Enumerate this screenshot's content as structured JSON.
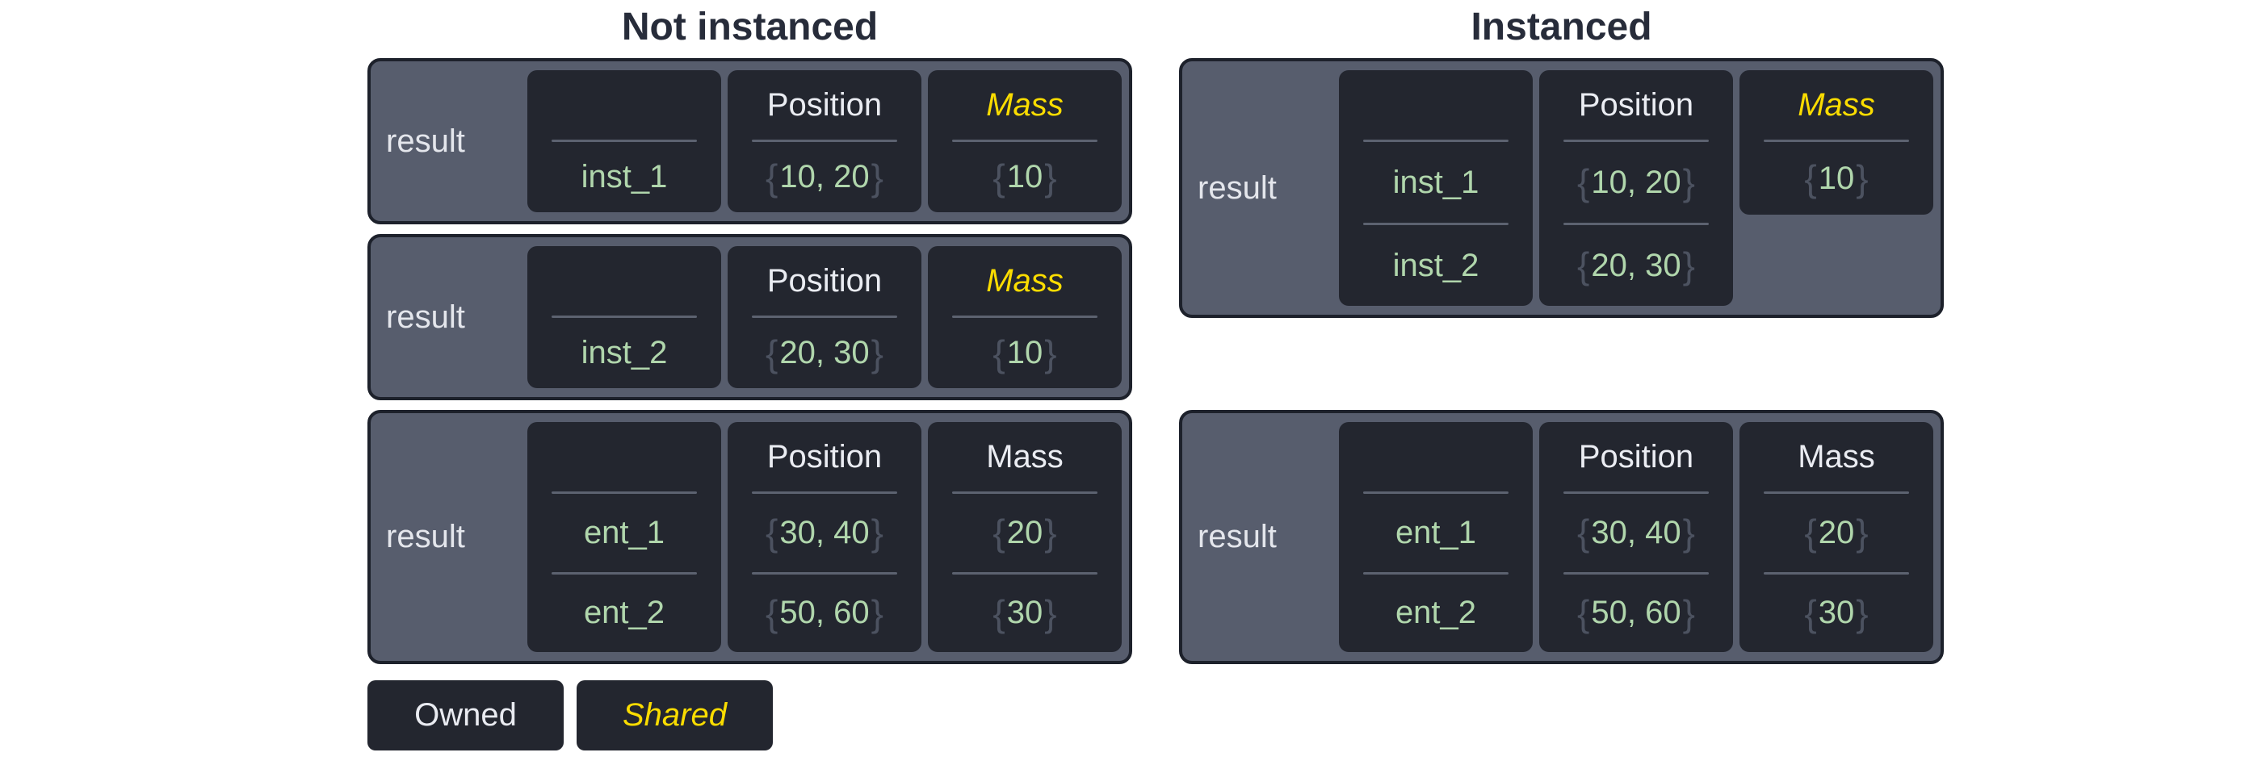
{
  "colors": {
    "page_bg": "#ffffff",
    "title_text": "#272c3a",
    "table_bg": "#575d6d",
    "table_border": "#1d212b",
    "cell_bg": "#23262f",
    "owned_text": "#eaecf2",
    "shared_yellow": "#fadc00",
    "value_green": "#b0d6ac",
    "brace_grey": "#4c5260",
    "divider_grey": "#5c6270"
  },
  "legend": {
    "owned_label": "Owned",
    "shared_label": "Shared"
  },
  "sections": [
    {
      "title": "Not instanced",
      "tables": [
        {
          "row_label": "result",
          "columns": [
            {
              "header": "",
              "shared": false,
              "braced": false,
              "short": false,
              "values": [
                "inst_1"
              ]
            },
            {
              "header": "Position",
              "shared": false,
              "braced": true,
              "short": false,
              "values": [
                "10, 20"
              ]
            },
            {
              "header": "Mass",
              "shared": true,
              "braced": true,
              "short": false,
              "values": [
                "10"
              ]
            }
          ]
        },
        {
          "row_label": "result",
          "columns": [
            {
              "header": "",
              "shared": false,
              "braced": false,
              "short": false,
              "values": [
                "inst_2"
              ]
            },
            {
              "header": "Position",
              "shared": false,
              "braced": true,
              "short": false,
              "values": [
                "20, 30"
              ]
            },
            {
              "header": "Mass",
              "shared": true,
              "braced": true,
              "short": false,
              "values": [
                "10"
              ]
            }
          ]
        },
        {
          "row_label": "result",
          "columns": [
            {
              "header": "",
              "shared": false,
              "braced": false,
              "short": false,
              "values": [
                "ent_1",
                "ent_2"
              ]
            },
            {
              "header": "Position",
              "shared": false,
              "braced": true,
              "short": false,
              "values": [
                "30, 40",
                "50, 60"
              ]
            },
            {
              "header": "Mass",
              "shared": false,
              "braced": true,
              "short": false,
              "values": [
                "20",
                "30"
              ]
            }
          ]
        }
      ]
    },
    {
      "title": "Instanced",
      "tables": [
        {
          "row_label": "result",
          "columns": [
            {
              "header": "",
              "shared": false,
              "braced": false,
              "short": false,
              "values": [
                "inst_1",
                "inst_2"
              ]
            },
            {
              "header": "Position",
              "shared": false,
              "braced": true,
              "short": false,
              "values": [
                "10, 20",
                "20, 30"
              ]
            },
            {
              "header": "Mass",
              "shared": true,
              "braced": true,
              "short": true,
              "values": [
                "10"
              ]
            }
          ]
        },
        {
          "row_label": "result",
          "columns": [
            {
              "header": "",
              "shared": false,
              "braced": false,
              "short": false,
              "values": [
                "ent_1",
                "ent_2"
              ]
            },
            {
              "header": "Position",
              "shared": false,
              "braced": true,
              "short": false,
              "values": [
                "30, 40",
                "50, 60"
              ]
            },
            {
              "header": "Mass",
              "shared": false,
              "braced": true,
              "short": false,
              "values": [
                "20",
                "30"
              ]
            }
          ]
        }
      ]
    }
  ]
}
